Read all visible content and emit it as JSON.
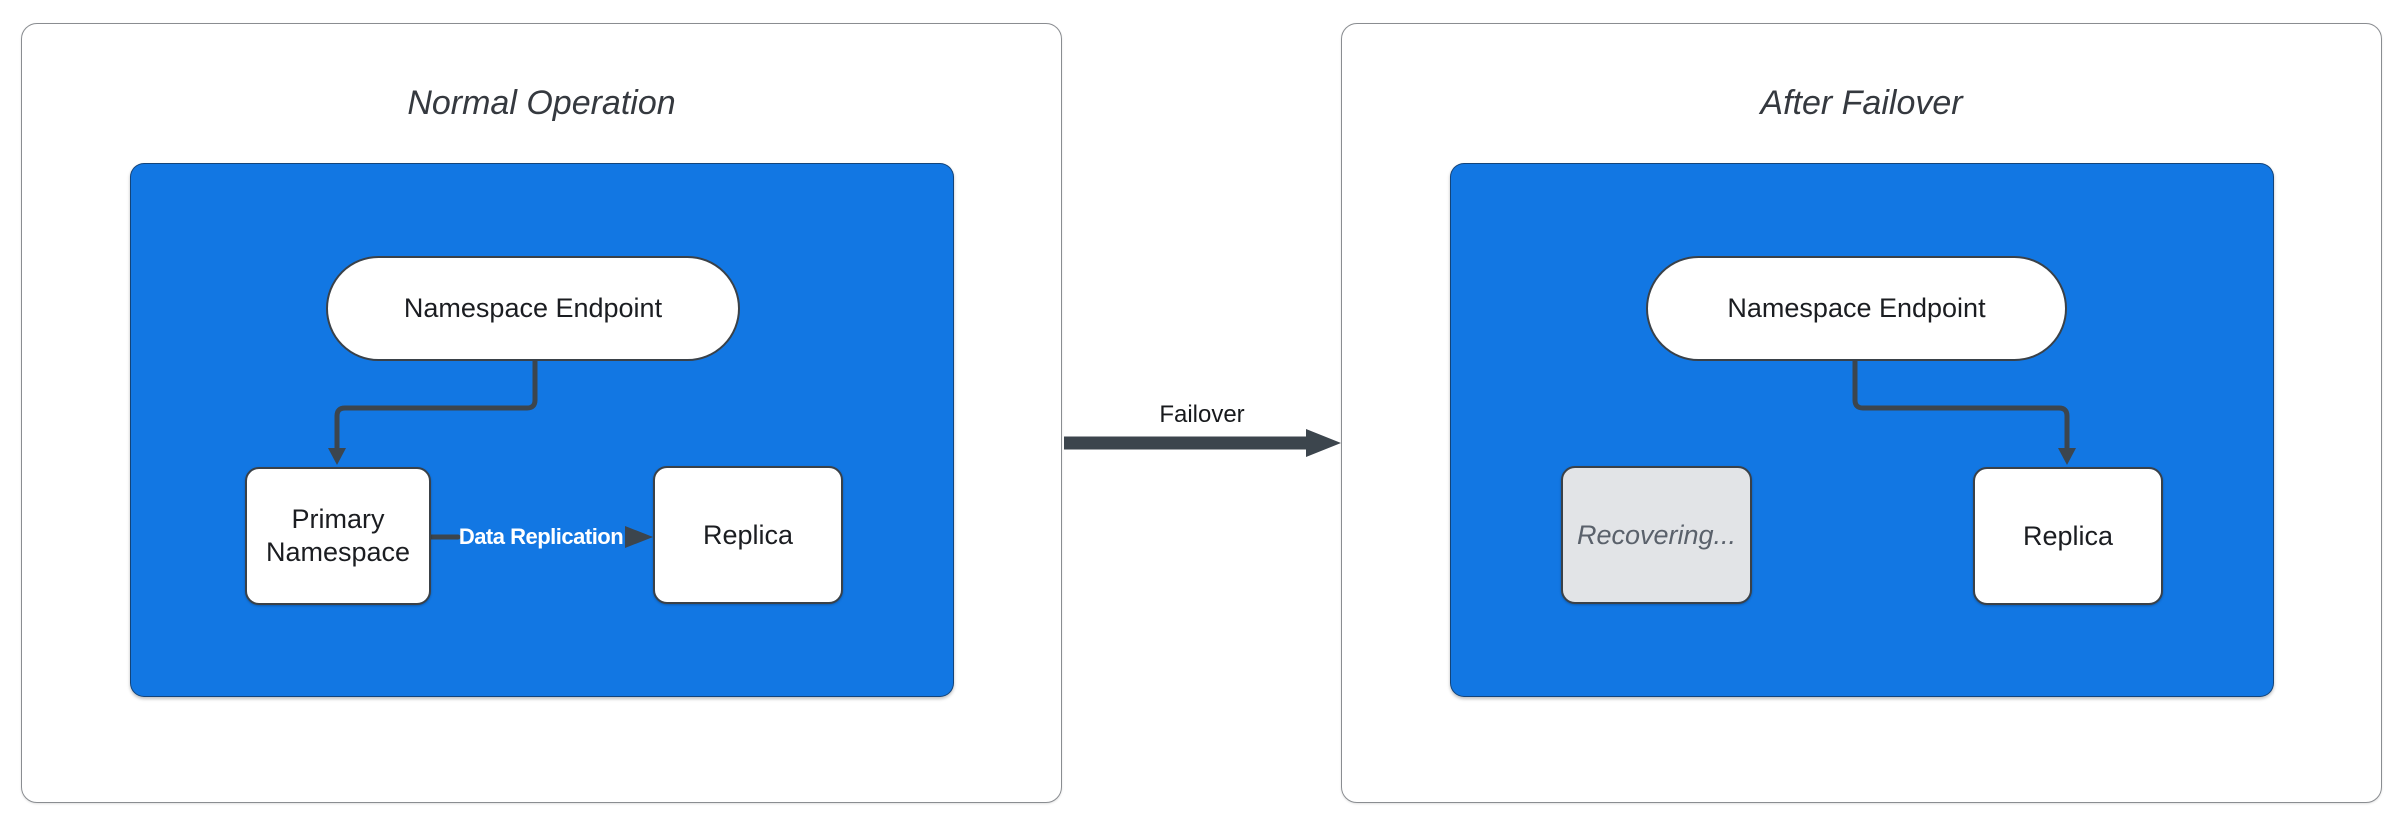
{
  "panels": {
    "normal": {
      "title": "Normal Operation",
      "endpoint_label": "Namespace Endpoint",
      "primary_label": "Primary Namespace",
      "replica_label": "Replica",
      "replication_arrow_label": "Data Replication"
    },
    "failover": {
      "title": "After Failover",
      "endpoint_label": "Namespace Endpoint",
      "recovering_label": "Recovering...",
      "replica_label": "Replica"
    }
  },
  "transition_arrow": {
    "label": "Failover"
  },
  "colors": {
    "cluster-blue": "#1277E3",
    "arrow-dark": "#3C454D",
    "node-border": "#3A4148",
    "panel-border": "#8A8D91",
    "recovering-fill": "#E2E4E7",
    "recovering-text": "#5A616B",
    "title-text": "#35393F",
    "node-text": "#1B1D21",
    "replication-label-text": "#FFFFFF"
  }
}
